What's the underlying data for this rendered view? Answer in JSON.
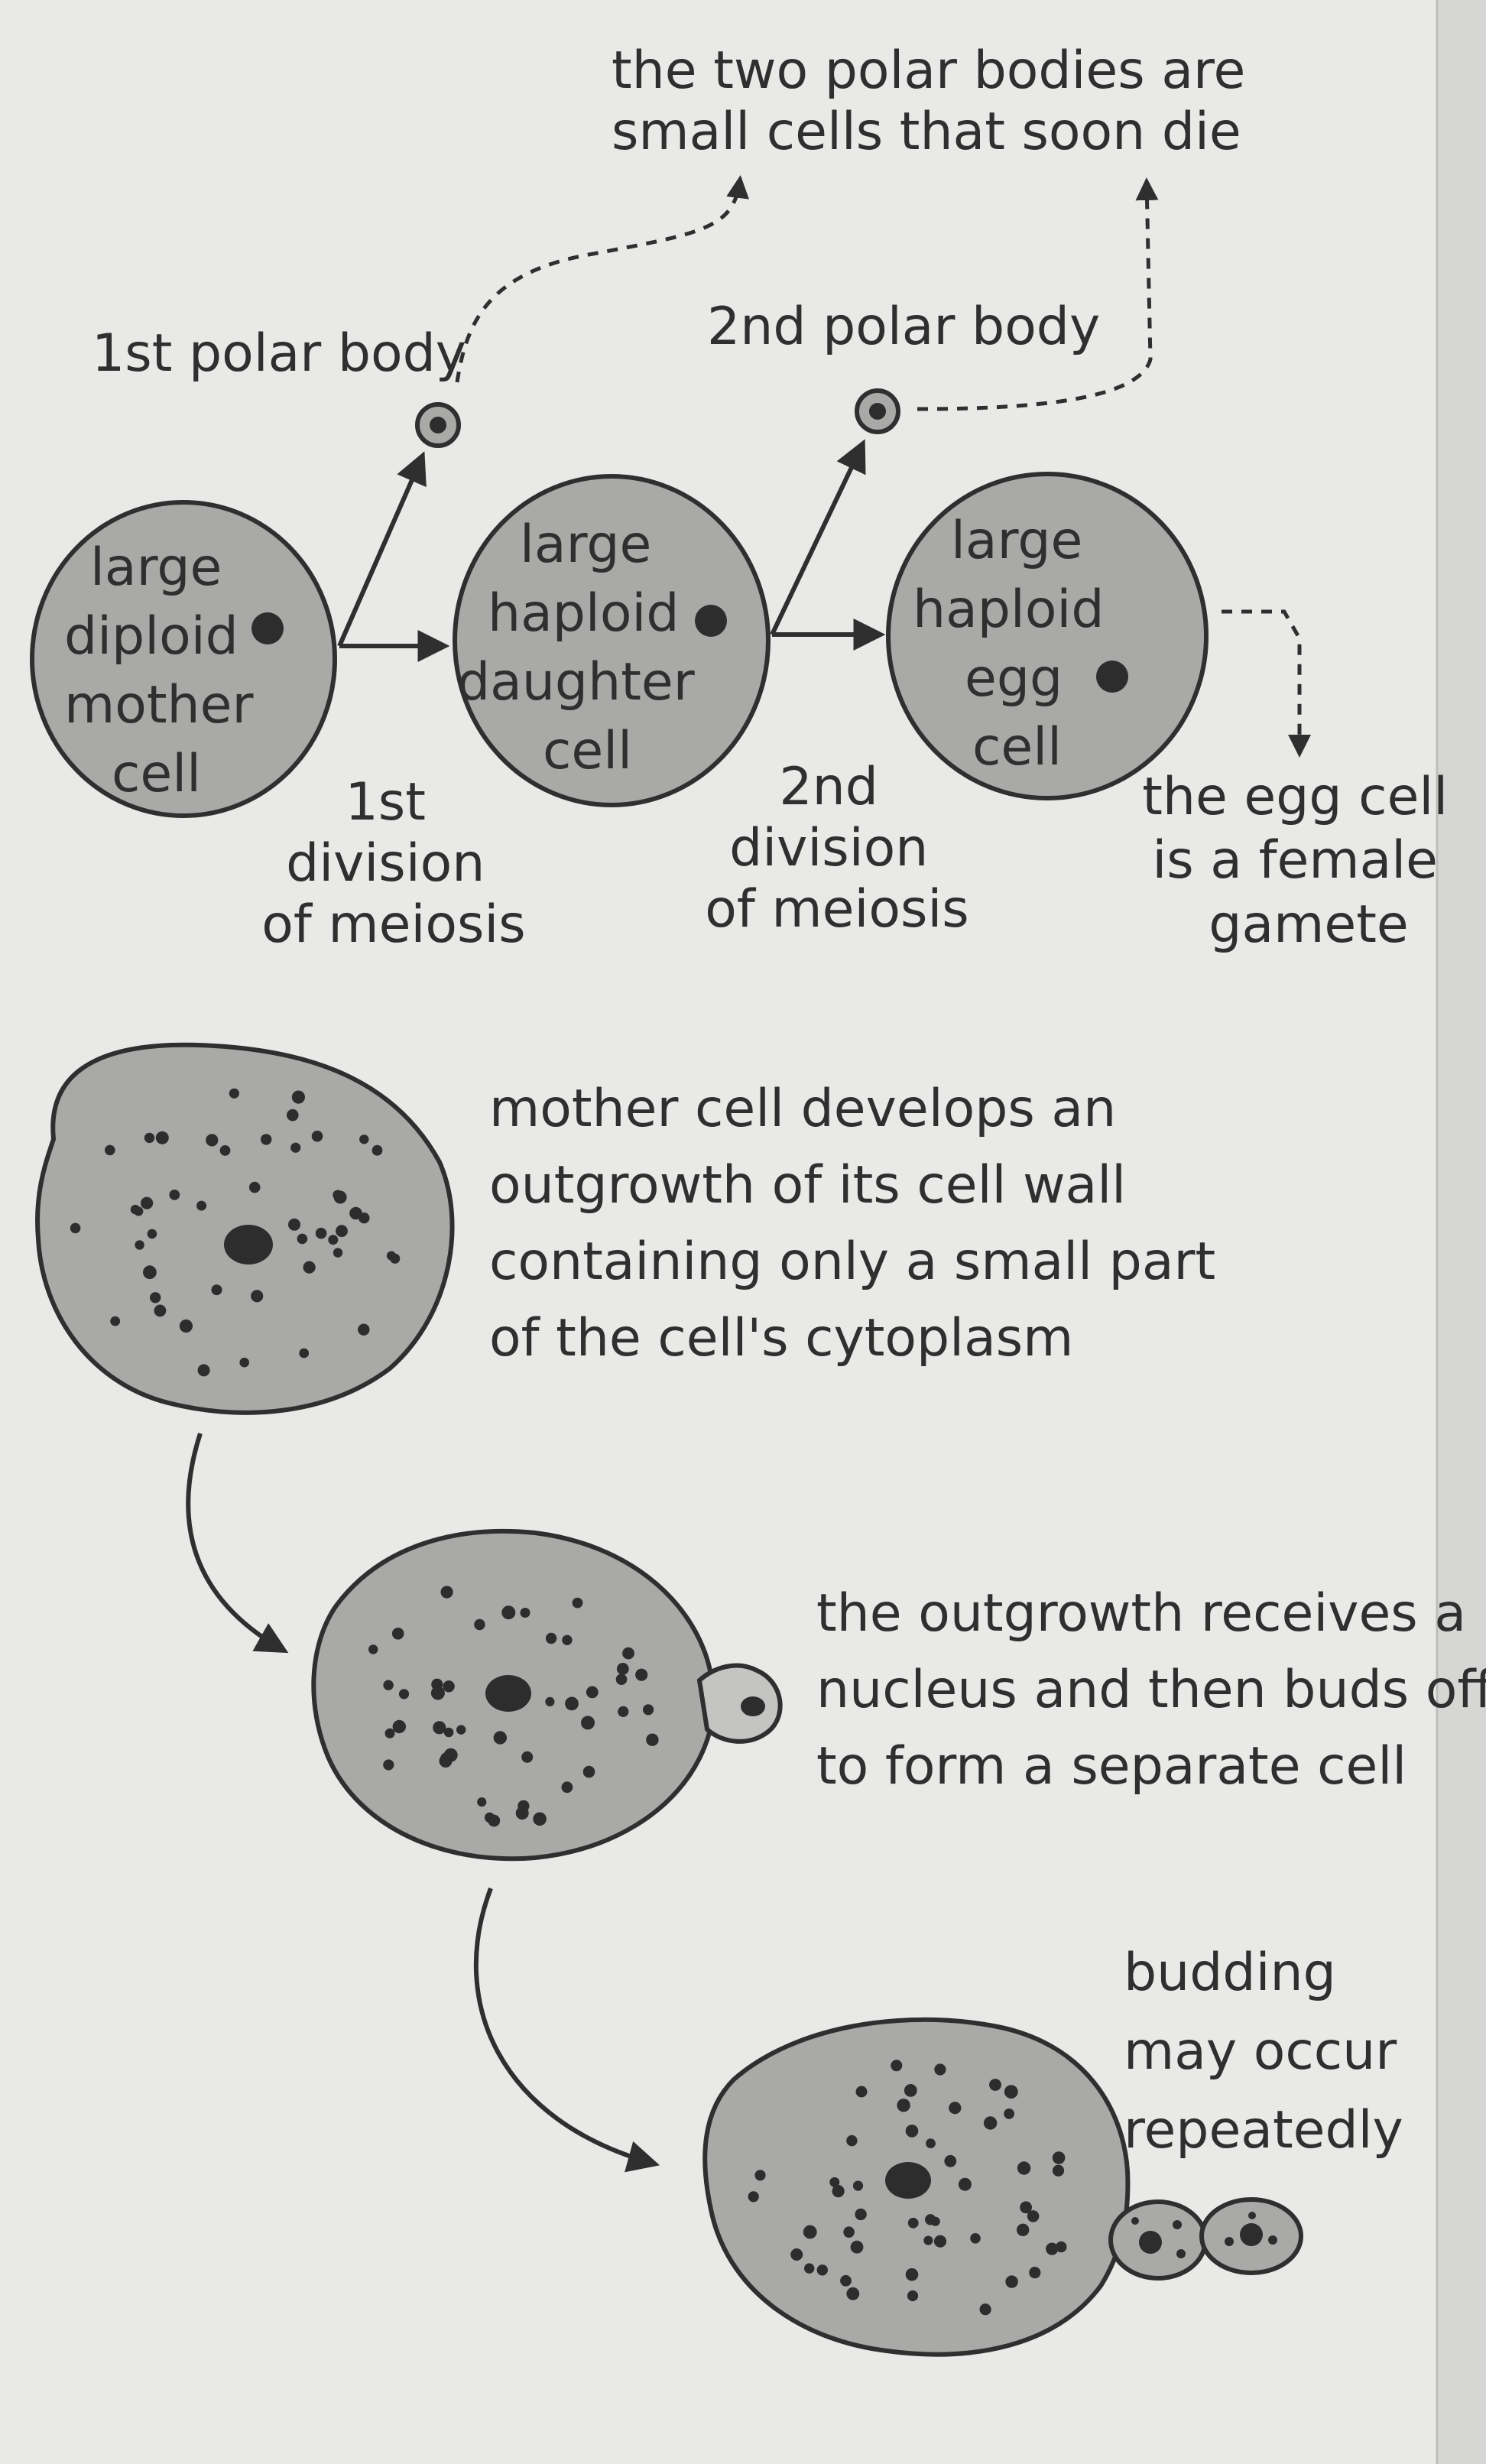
{
  "colors": {
    "background": "#e9e9e7",
    "cell_fill": "#a9a9a7",
    "outline": "#2f2f2f",
    "dot": "#2d2d2d"
  },
  "meiosis": {
    "polar_note": [
      "the two polar bodies are",
      "small cells that soon die"
    ],
    "first_polar_body": "1st polar body",
    "second_polar_body": "2nd polar body",
    "mother_cell": [
      "large",
      "diploid",
      "mother",
      "cell"
    ],
    "daughter_cell": [
      "large",
      "haploid",
      "daughter",
      "cell"
    ],
    "egg_cell": [
      "large",
      "haploid",
      "egg",
      "cell"
    ],
    "first_division": [
      "1st",
      "division",
      "of meiosis"
    ],
    "second_division": [
      "2nd",
      "division",
      "of meiosis"
    ],
    "egg_note": [
      "the egg cell",
      "is a female",
      "gamete"
    ]
  },
  "budding": {
    "step1": [
      "mother cell develops an",
      "outgrowth of its cell wall",
      "containing only a small part",
      "of the cell's cytoplasm"
    ],
    "step2": [
      "the outgrowth receives a",
      "nucleus and then buds off",
      "to form a separate cell"
    ],
    "step3": [
      "budding",
      "may occur",
      "repeatedly"
    ]
  }
}
